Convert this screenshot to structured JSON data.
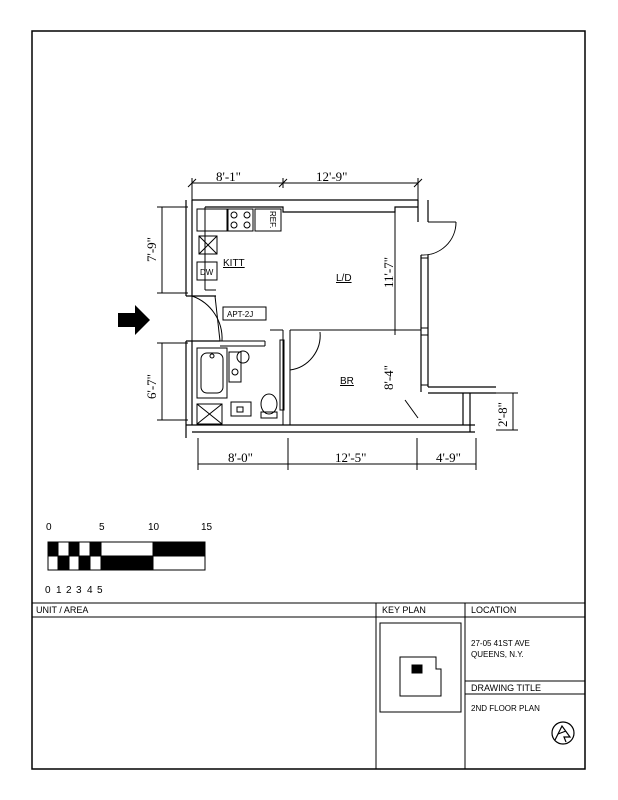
{
  "plan": {
    "dimensions": {
      "top_left": "8'-1\"",
      "top_right": "12'-9\"",
      "left_upper": "7'-9\"",
      "left_lower": "6'-7\"",
      "living_height": "11'-7\"",
      "bedroom_height": "8'-4\"",
      "bottom_left": "8'-0\"",
      "bottom_mid": "12'-5\"",
      "bottom_right": "4'-9\"",
      "right_small": "2'-8\""
    },
    "rooms": {
      "kitchen": "KITT",
      "living_dining": "L/D",
      "bedroom": "BR",
      "refrigerator": "REF.",
      "dishwasher": "DW",
      "apartment_tag": "APT-2J"
    }
  },
  "scale_bar": {
    "top_labels": [
      "0",
      "5",
      "10",
      "15"
    ],
    "bottom_labels": [
      "0",
      "1",
      "2",
      "3",
      "4",
      "5"
    ]
  },
  "title_block": {
    "unit_area_label": "UNIT / AREA",
    "key_plan_label": "KEY PLAN",
    "location_label": "LOCATION",
    "address_line1": "27-05 41ST AVE",
    "address_line2": "QUEENS, N.Y.",
    "drawing_title_label": "DRAWING TITLE",
    "drawing_title": "2ND FLOOR PLAN"
  }
}
